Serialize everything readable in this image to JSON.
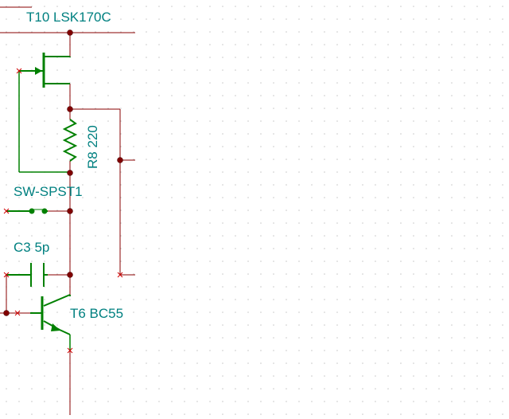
{
  "schematic": {
    "components": [
      {
        "ref": "T10",
        "value": "LSK170C",
        "label": "T10 LSK170C",
        "kind": "jfet-n"
      },
      {
        "ref": "R8",
        "value": "220",
        "label": "R8 220",
        "kind": "resistor"
      },
      {
        "ref": "SW-SPST1",
        "value": "",
        "label": "SW-SPST1",
        "kind": "switch-spst"
      },
      {
        "ref": "C3",
        "value": "5p",
        "label": "C3 5p",
        "kind": "capacitor"
      },
      {
        "ref": "T6",
        "value": "BC55",
        "label": "T6 BC55",
        "kind": "bjt-npn"
      }
    ]
  },
  "colors": {
    "background": "#ffffff",
    "grid_dot": "#c8c8c8",
    "wire": "#880000",
    "component": "#008000",
    "label": "#008080",
    "junction": "#800000",
    "unconnected": "#d00000"
  }
}
